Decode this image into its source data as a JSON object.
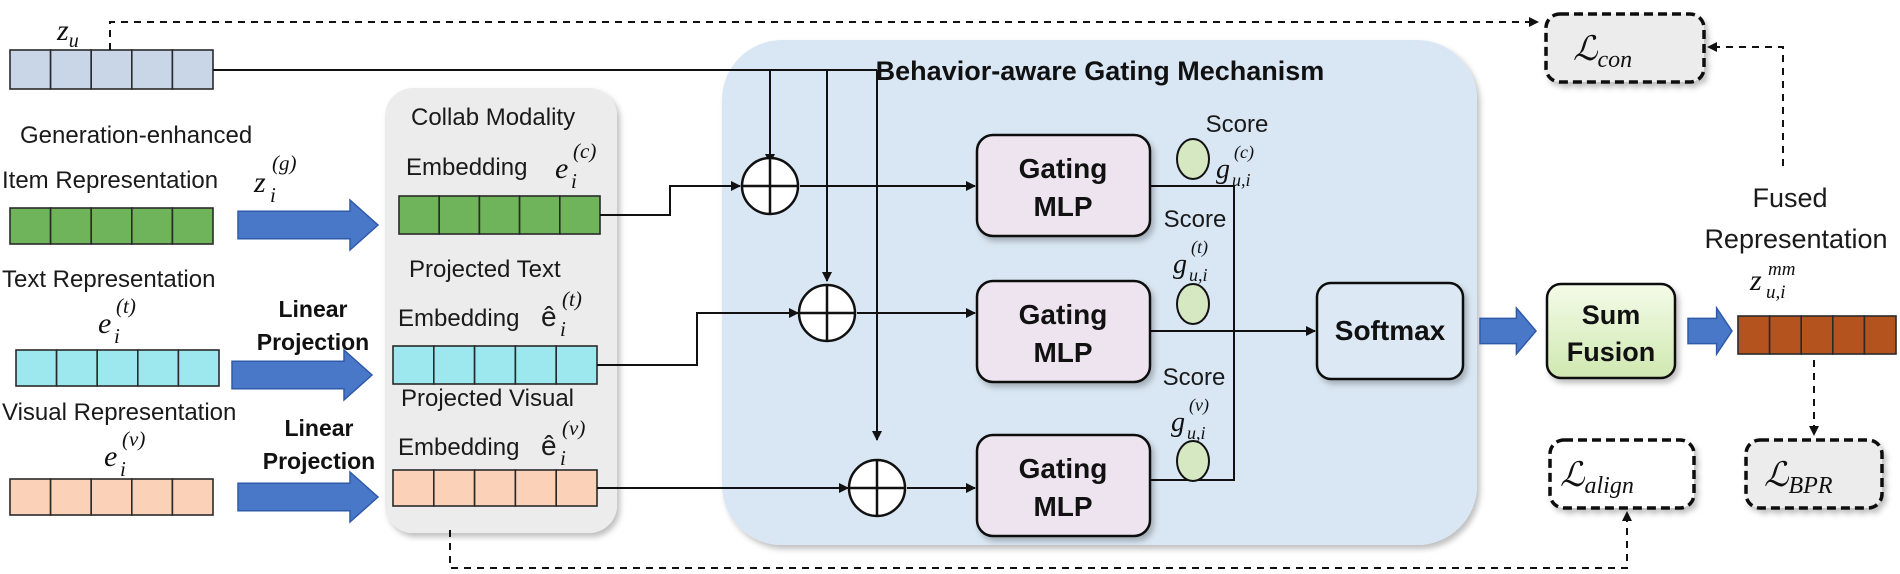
{
  "mechanism_title": "Behavior-aware Gating Mechanism",
  "user_embedding": {
    "symbol": "z",
    "sub": "u"
  },
  "generation": {
    "label_line1": "Generation-enhanced",
    "label_line2": "Item Representation",
    "symbol": "z",
    "sub": "i",
    "sup": "(g)"
  },
  "text_rep": {
    "label": "Text Representation",
    "symbol": "e",
    "sub": "i",
    "sup": "(t)"
  },
  "visual_rep": {
    "label": "Visual Representation",
    "symbol": "e",
    "sub": "i",
    "sup": "(v)"
  },
  "projection": {
    "line1": "Linear",
    "line2": "Projection"
  },
  "collab_embed": {
    "label_line1": "Collab Modality",
    "label_line2": "Embedding",
    "symbol": "e",
    "sub": "i",
    "sup": "(c)"
  },
  "text_embed": {
    "label_line1": "Projected Text",
    "label_line2": "Embedding",
    "symbol": "ê",
    "sub": "i",
    "sup": "(t)"
  },
  "visual_embed": {
    "label_line1": "Projected Visual",
    "label_line2": "Embedding",
    "symbol": "ê",
    "sub": "i",
    "sup": "(v)"
  },
  "gating": {
    "line1": "Gating",
    "line2": "MLP"
  },
  "scores": [
    {
      "label": "Score",
      "symbol": "g",
      "sub": "u,i",
      "sup": "(c)"
    },
    {
      "label": "Score",
      "symbol": "g",
      "sub": "u,i",
      "sup": "(t)"
    },
    {
      "label": "Score",
      "symbol": "g",
      "sub": "u,i",
      "sup": "(v)"
    }
  ],
  "softmax": "Softmax",
  "sum_fusion": {
    "line1": "Sum",
    "line2": "Fusion"
  },
  "fused": {
    "line1": "Fused",
    "line2": "Representation",
    "symbol": "z",
    "sub": "u,i",
    "sup": "mm"
  },
  "losses": {
    "con": {
      "symbol": "ℒ",
      "sub": "con"
    },
    "align": {
      "symbol": "ℒ",
      "sub": "align"
    },
    "bpr": {
      "symbol": "ℒ",
      "sub": "BPR"
    }
  },
  "colors": {
    "user": "#c9d6e8",
    "green": "#6fb35a",
    "cyan": "#9ce8ee",
    "peach": "#fbd2b8",
    "brown": "#b5531f",
    "gate_fill": "#eee4f0",
    "panel_blue": "#d9e7f4",
    "panel_grey": "#ececec",
    "arrow_blue": "#4a78c8"
  }
}
